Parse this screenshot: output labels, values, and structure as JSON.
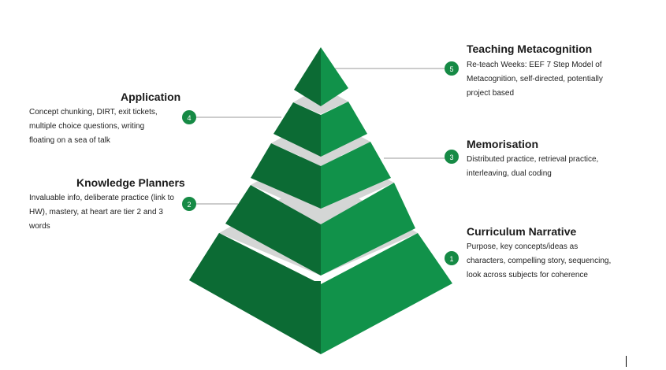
{
  "colors": {
    "dark_face": "#0c6b34",
    "light_face": "#11924a",
    "gap": "#d4d6d5",
    "badge": "#168a45",
    "connector": "#9a9a9a"
  },
  "levels": [
    {
      "number": "1",
      "title": "Curriculum Narrative",
      "description": "Purpose, key concepts/ideas as characters, compelling story, sequencing, look across subjects for coherence"
    },
    {
      "number": "2",
      "title": "Knowledge Planners",
      "description": "Invaluable info, deliberate practice (link to HW), mastery, at heart are tier 2 and 3 words"
    },
    {
      "number": "3",
      "title": "Memorisation",
      "description": "Distributed practice, retrieval practice, interleaving, dual coding"
    },
    {
      "number": "4",
      "title": "Application",
      "description": "Concept chunking, DIRT, exit tickets, multiple choice questions, writing floating on a sea of talk"
    },
    {
      "number": "5",
      "title": "Teaching Metacognition",
      "description": "Re-teach Weeks: EEF 7 Step Model of Metacognition, self-directed, potentially project based"
    }
  ]
}
